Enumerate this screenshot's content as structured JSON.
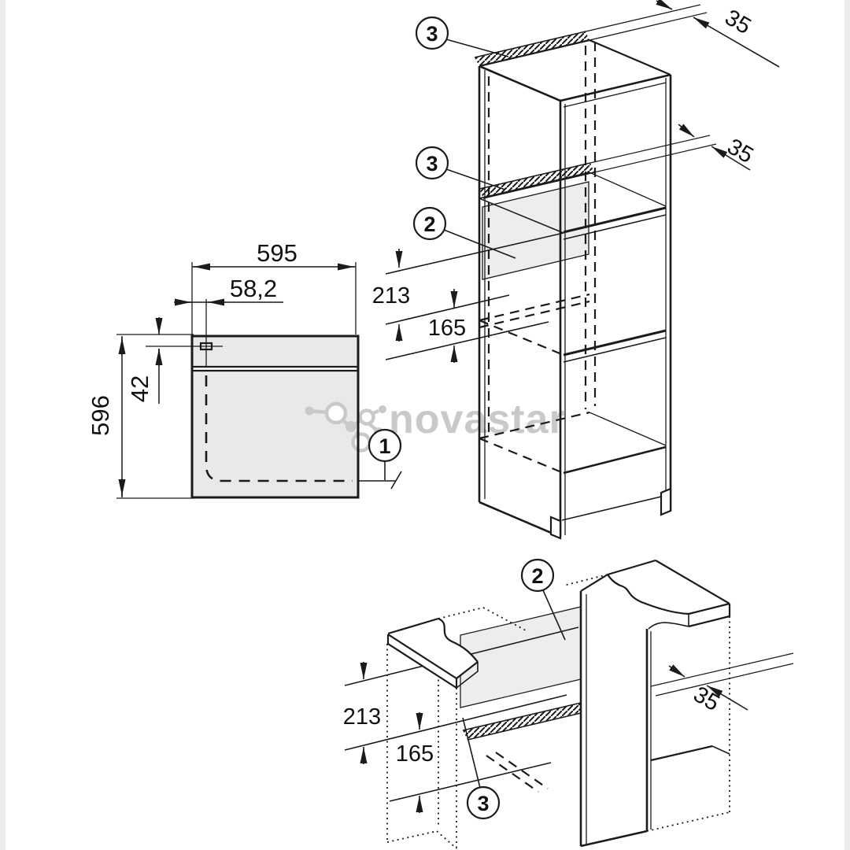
{
  "watermark": {
    "text": "novastar"
  },
  "colors": {
    "line": "#1b1b1b",
    "panel_fill": "#e9e9e9",
    "hatch_fill": "#ededed",
    "watermark": "#c9c9c9",
    "background": "#ffffff"
  },
  "front_view": {
    "callout": "1",
    "dim_width": "595",
    "dim_offset": "58,2",
    "dim_top_offset": "42",
    "dim_height": "596"
  },
  "tall_view": {
    "callout_vent_top": "3",
    "callout_vent_mid": "3",
    "callout_duct": "2",
    "dim_gap_top": "35",
    "dim_gap_mid": "35",
    "dim_upper": "213",
    "dim_lower": "165"
  },
  "bottom_view": {
    "callout_duct": "2",
    "callout_vent": "3",
    "dim_upper": "213",
    "dim_lower": "165",
    "dim_gap": "35"
  }
}
